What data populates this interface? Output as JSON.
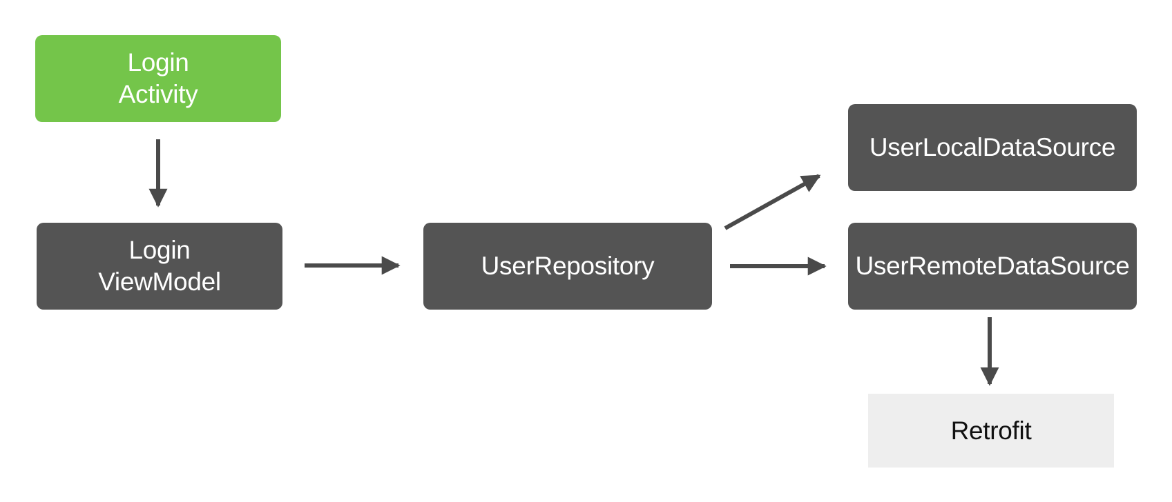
{
  "nodes": {
    "login_activity": {
      "line1": "Login",
      "line2": "Activity",
      "color": "#74c54a"
    },
    "login_viewmodel": {
      "line1": "Login",
      "line2": "ViewModel",
      "color": "#545454"
    },
    "user_repository": {
      "label": "UserRepository",
      "color": "#545454"
    },
    "user_local_data_source": {
      "label": "UserLocalDataSource",
      "color": "#545454"
    },
    "user_remote_data_source": {
      "label": "UserRemoteDataSource",
      "color": "#545454"
    },
    "retrofit": {
      "label": "Retrofit",
      "color": "#eeeeee"
    }
  },
  "edges": [
    {
      "from": "Login Activity",
      "to": "Login ViewModel"
    },
    {
      "from": "Login ViewModel",
      "to": "UserRepository"
    },
    {
      "from": "UserRepository",
      "to": "UserLocalDataSource"
    },
    {
      "from": "UserRepository",
      "to": "UserRemoteDataSource"
    },
    {
      "from": "UserRemoteDataSource",
      "to": "Retrofit"
    }
  ],
  "arrow_color": "#4a4a4a"
}
